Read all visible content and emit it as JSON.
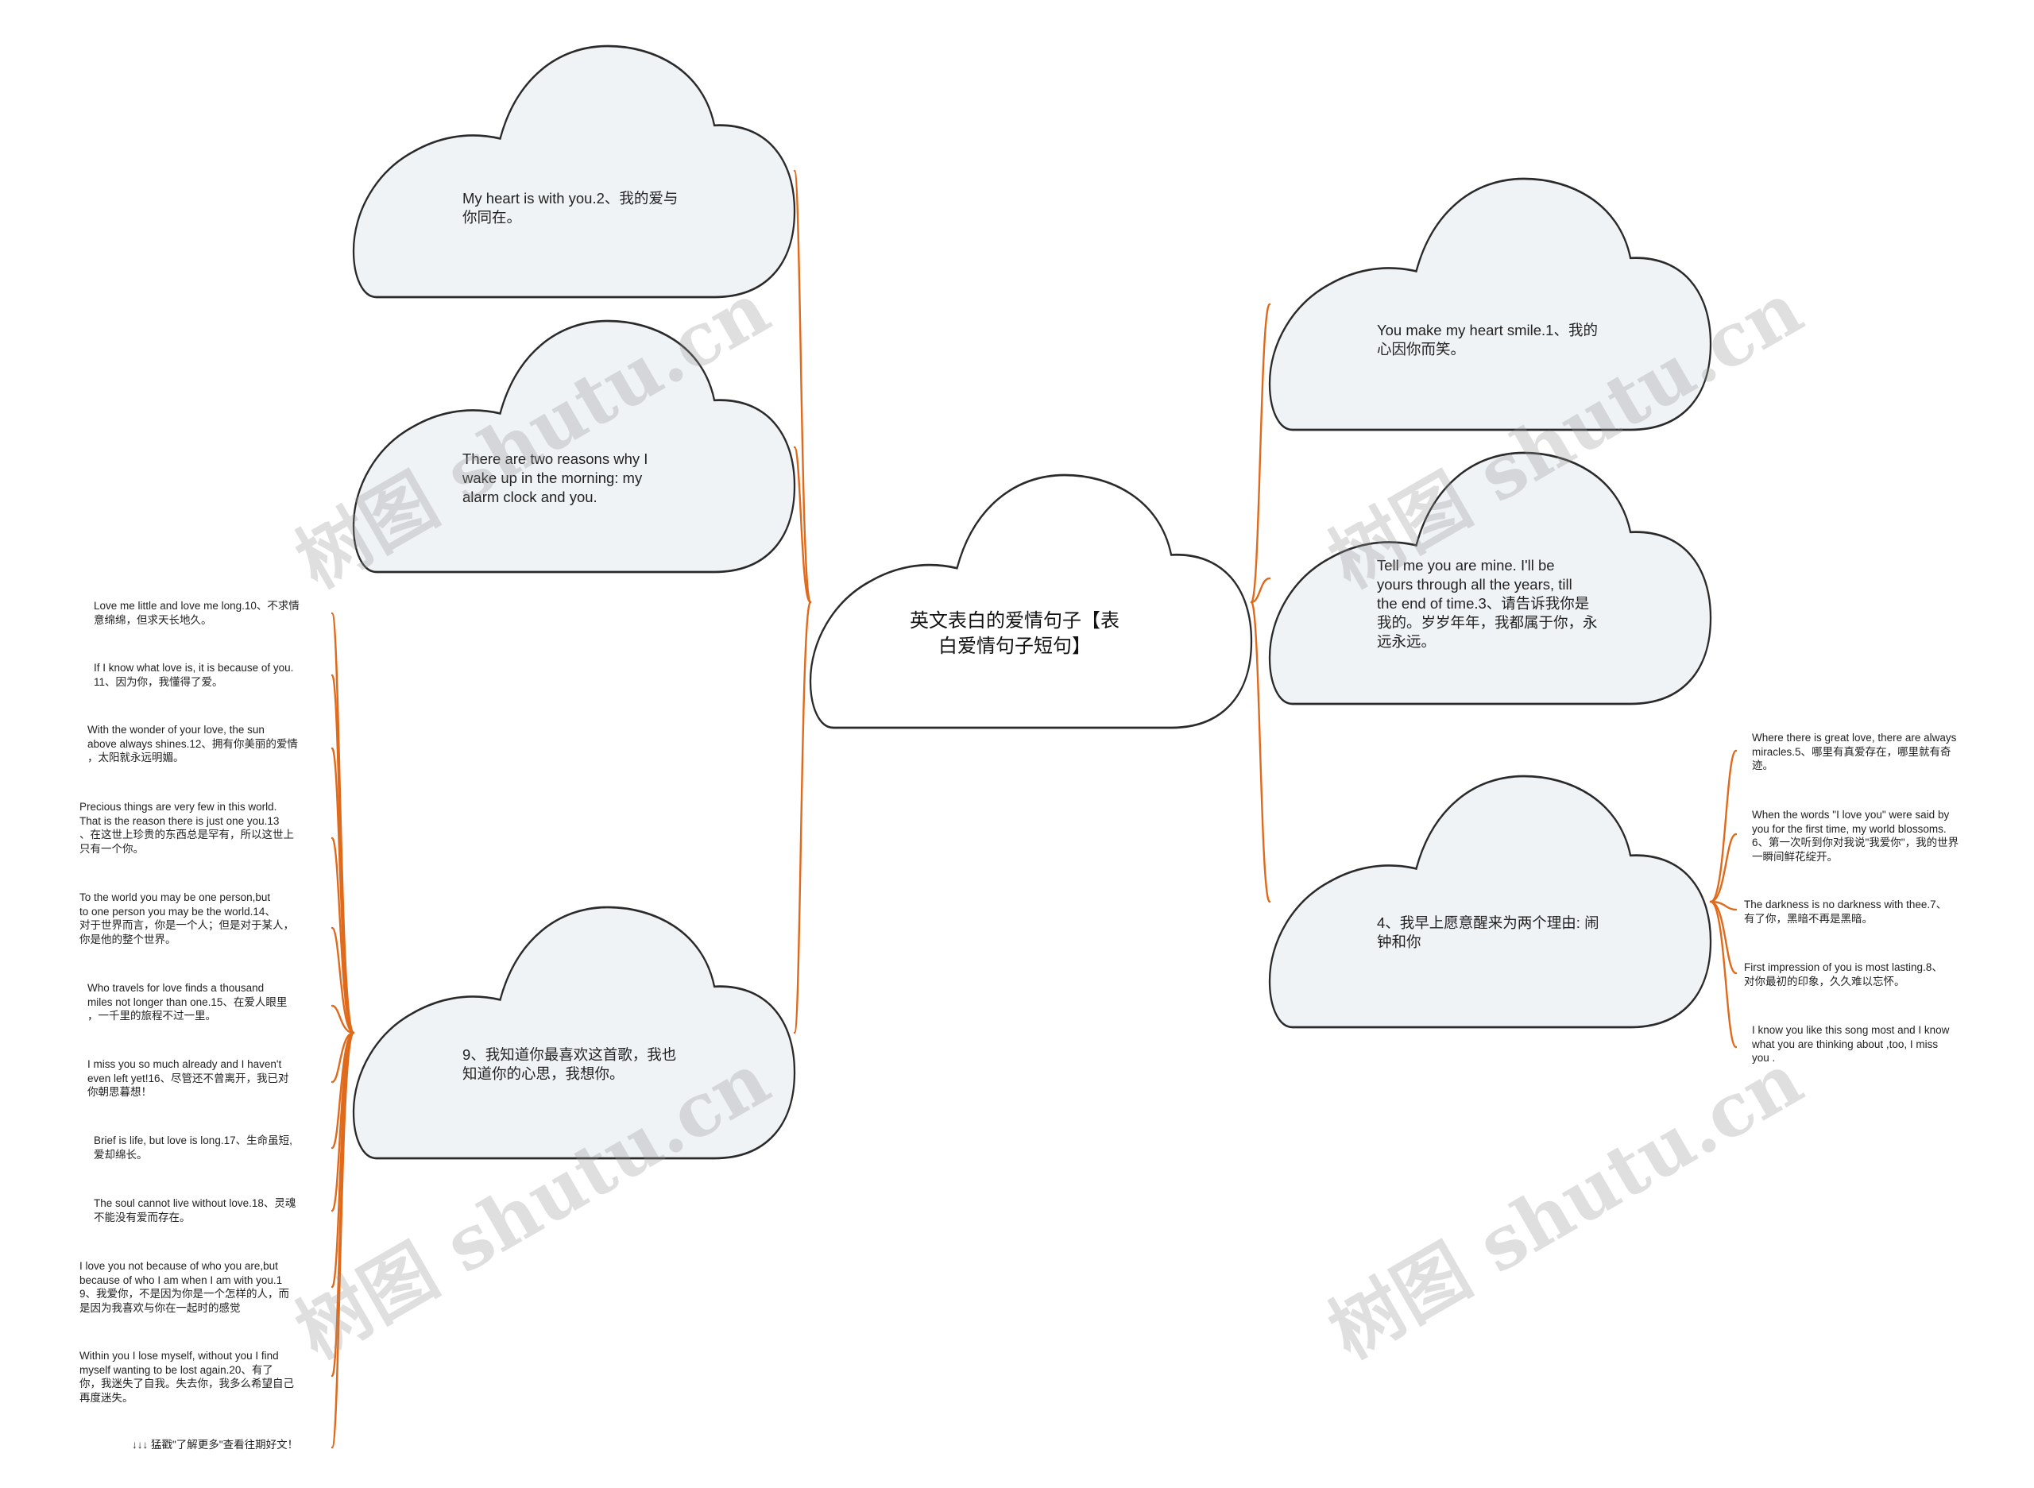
{
  "central": {
    "text": "英文表白的爱情句子【表\n白爱情句子短句】"
  },
  "branches_left": [
    {
      "id": "l1",
      "text": "My heart is with you.2、我的爱与\n你同在。"
    },
    {
      "id": "l2",
      "text": "There are two reasons why I\nwake up in the morning: my\nalarm clock and you."
    },
    {
      "id": "l3",
      "text": "9、我知道你最喜欢这首歌，我也\n知道你的心思，我想你。"
    }
  ],
  "branches_right": [
    {
      "id": "r1",
      "text": "You make my heart smile.1、我的\n心因你而笑。"
    },
    {
      "id": "r2",
      "text": "Tell me you are mine. I'll be\nyours through all the years, till\nthe end of time.3、请告诉我你是\n我的。岁岁年年，我都属于你，永\n远永远。"
    },
    {
      "id": "r3",
      "text": "4、我早上愿意醒来为两个理由: 闹\n钟和你"
    }
  ],
  "leaves_left": [
    "Love me little and love me long.10、不求情\n意绵绵，但求天长地久。",
    "If I know what love is, it is because of you.\n11、因为你，我懂得了爱。",
    "With the wonder of your love, the sun\nabove always shines.12、拥有你美丽的爱情\n，太阳就永远明媚。",
    "Precious things are very few in this world.\nThat is the reason there is just one you.13\n、在这世上珍贵的东西总是罕有，所以这世上\n只有一个你。",
    "To the world you may be one person,but\nto one person you may be the world.14、\n对于世界而言，你是一个人；但是对于某人，\n你是他的整个世界。",
    "Who travels for love finds a thousand\nmiles not longer than one.15、在爱人眼里\n，一千里的旅程不过一里。",
    "I miss you so much already and I haven't\neven left yet!16、尽管还不曾离开，我已对\n你朝思暮想！",
    "Brief is life, but love is long.17、生命虽短,\n爱却绵长。",
    "The soul cannot live without love.18、灵魂\n不能没有爱而存在。",
    "I love you not because of who you are,but\nbecause of who I am when I am with you.1\n9、我爱你，不是因为你是一个怎样的人，而\n是因为我喜欢与你在一起时的感觉",
    "Within you I lose myself, without you I find\nmyself wanting to be lost again.20、有了\n你，我迷失了自我。失去你，我多么希望自己\n再度迷失。",
    "↓↓↓ 猛戳\"了解更多\"查看往期好文！"
  ],
  "leaves_right": [
    "Where there is great love, there are always\nmiracles.5、哪里有真爱存在，哪里就有奇\n迹。",
    "When the words \"I love you\" were said by\nyou for the first time, my world blossoms.\n6、第一次听到你对我说\"我爱你\"，我的世界\n一瞬间鲜花绽开。",
    "The darkness is no darkness with thee.7、\n有了你，黑暗不再是黑暗。",
    "First impression of you is most lasting.8、\n对你最初的印象，久久难以忘怀。",
    "I know you like this song most and I know\nwhat you are thinking about ,too, I miss\nyou ."
  ],
  "watermark": "树图 shutu.cn",
  "colors": {
    "connector": "#e06a1b",
    "cloud_fill": "#f0f3f6",
    "central_fill": "#ffffff",
    "outline": "#2a2a2a"
  }
}
